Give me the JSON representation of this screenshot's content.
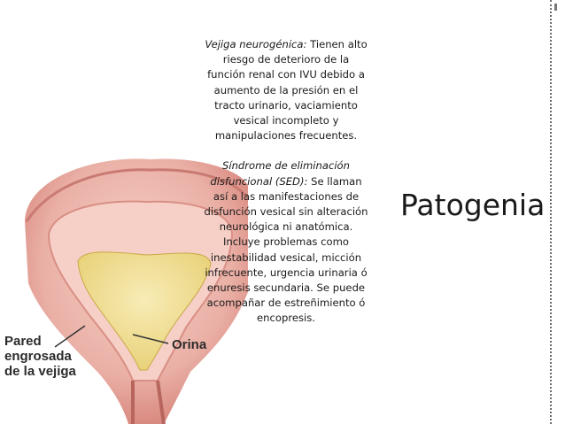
{
  "slide": {
    "title": "Patogenia",
    "paragraph1": {
      "term": "Vejiga neurogénica:",
      "text": " Tienen alto riesgo de deterioro de la función renal con IVU debido a aumento de la presión en el tracto urinario, vaciamiento vesical incompleto y manipulaciones frecuentes."
    },
    "paragraph2": {
      "term": "Síndrome de eliminación disfuncional (SED):",
      "text": " Se llaman así a las manifestaciones de disfunción vesical sin alteración neurológica ni anatómica. Incluye problemas como inestabilidad vesical, micción infrecuente, urgencia urinaria ó enuresis secundaria. Se puede acompañar de estreñimiento ó encopresis."
    }
  },
  "illustration": {
    "label_pared": "Pared engrosada de la vejiga",
    "label_orina": "Orina"
  },
  "colors": {
    "wall_outer": "#e8a9a0",
    "wall_inner": "#f3c7bd",
    "urine": "#f2e29a",
    "text": "#1a1a1a"
  }
}
